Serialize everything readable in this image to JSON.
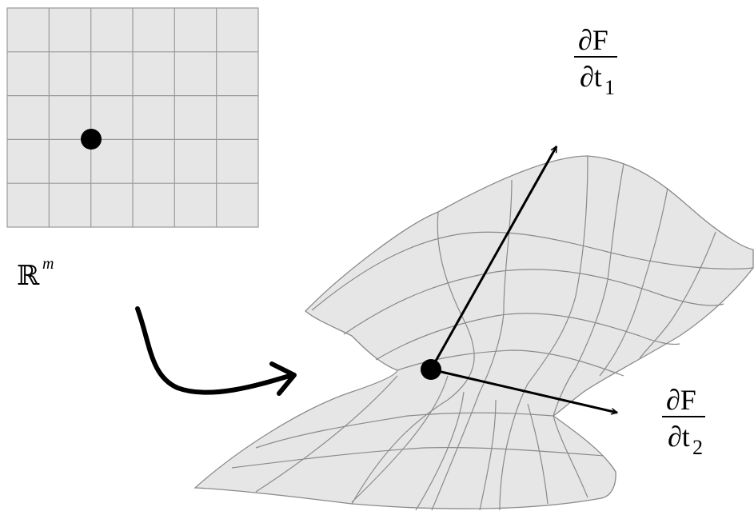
{
  "domain_space": {
    "symbol": "ℝ",
    "exponent": "m",
    "grid_cols": 6,
    "grid_rows": 5,
    "fill_color": "#e6e6e6",
    "line_color": "#9a9a9a",
    "point_color": "#000000"
  },
  "tangent_vectors": {
    "t1": {
      "numerator": "∂F",
      "denominator": "∂t",
      "subscript": "1"
    },
    "t2": {
      "numerator": "∂F",
      "denominator": "∂t",
      "subscript": "2"
    }
  },
  "surface": {
    "fill_color": "#e6e6e6",
    "line_color": "#8a8a8a"
  },
  "mapping_arrow": {
    "icon": "curved-arrow-icon",
    "color": "#000000"
  }
}
